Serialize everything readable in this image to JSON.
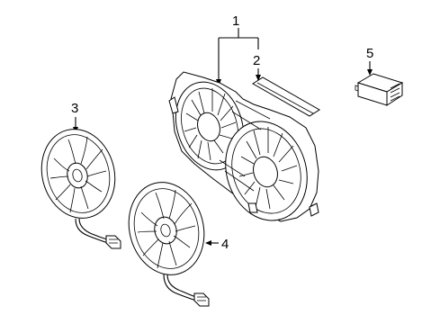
{
  "diagram": {
    "callouts": [
      {
        "id": "1",
        "label": "1"
      },
      {
        "id": "2",
        "label": "2"
      },
      {
        "id": "3",
        "label": "3"
      },
      {
        "id": "4",
        "label": "4"
      },
      {
        "id": "5",
        "label": "5"
      }
    ],
    "parts": [
      {
        "callout": "1",
        "icon": "fan-shroud-assembly"
      },
      {
        "callout": "2",
        "icon": "seal-strip"
      },
      {
        "callout": "3",
        "icon": "cooling-fan-with-harness"
      },
      {
        "callout": "4",
        "icon": "cooling-fan-with-harness"
      },
      {
        "callout": "5",
        "icon": "fan-control-module"
      }
    ]
  }
}
